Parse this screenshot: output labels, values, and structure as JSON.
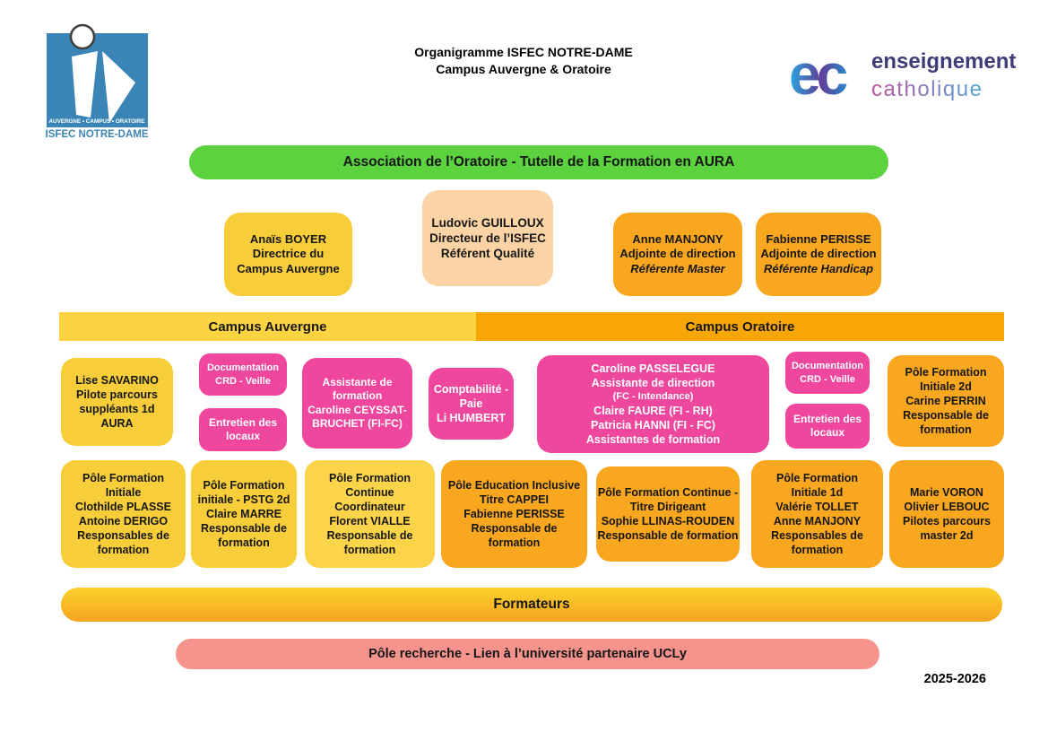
{
  "colors": {
    "yellow": "#F7CE3A",
    "yellow_light": "#FBD44A",
    "orange": "#F9A71E",
    "orange_banner": "#F8A606",
    "yellow_banner": "#FCD340",
    "pink": "#F0479E",
    "peach": "#FBD3A4",
    "green": "#5BD23E",
    "salmon": "#F5938C",
    "logo_blue": "#3A85B5",
    "ec_navy": "#3F3C77",
    "ec_pink": "#C14F9B",
    "ec_blue": "#29A9E1"
  },
  "header": {
    "logo": {
      "tagline": "AUVERGNE • CAMPUS • ORATOIRE",
      "name": "ISFEC NOTRE-DAME"
    },
    "title_line1": "Organigramme ISFEC NOTRE-DAME",
    "title_line2": "Campus Auvergne & Oratoire",
    "ec": {
      "monogram": "ec",
      "word1": "enseignement",
      "word2": "catholique"
    }
  },
  "banners": {
    "tutelle": "Association de l’Oratoire - Tutelle de la Formation en AURA",
    "campus_auvergne": "Campus Auvergne",
    "campus_oratoire": "Campus Oratoire",
    "formateurs": "Formateurs",
    "recherche": "Pôle recherche - Lien à l’université partenaire UCLy"
  },
  "direction": {
    "boyer": {
      "text": "Anaïs BOYER\nDirectrice du\nCampus Auvergne"
    },
    "guilloux": {
      "text": "Ludovic GUILLOUX\nDirecteur de l’ISFEC\nRéférent Qualité"
    },
    "manjony": {
      "text": "Anne MANJONY\nAdjointe de direction",
      "italic": "Référente Master"
    },
    "perisse": {
      "text": "Fabienne PERISSE\nAdjointe de direction",
      "italic": "Référente Handicap"
    }
  },
  "row1": {
    "savarino": "Lise SAVARINO\nPilote parcours\nsuppléants 1d\nAURA",
    "doc_crd_1": "Documentation\nCRD - Veille",
    "entretien_1": "Entretien des\nlocaux",
    "assistante": "Assistante de\nformation\nCaroline CEYSSAT-\nBRUCHET (FI-FC)",
    "compta": "Comptabilité -\nPaie\nLi HUMBERT",
    "passelegue": {
      "l1": "Caroline PASSELEGUE",
      "l2": "Assistante de direction",
      "l3": "(FC - Intendance)",
      "l4": "Claire FAURE (FI - RH)",
      "l5": "Patricia HANNI (FI - FC)",
      "l6": "Assistantes de formation"
    },
    "doc_crd_2": "Documentation\nCRD - Veille",
    "entretien_2": "Entretien des\nlocaux",
    "perrin": "Pôle Formation\nInitiale 2d\nCarine PERRIN\nResponsable de\nformation"
  },
  "row2": {
    "plasse_derigo": "Pôle Formation\nInitiale\nClothilde PLASSE\nAntoine DERIGO\nResponsables de\nformation",
    "marre": "Pôle Formation\ninitiale - PSTG 2d\nClaire MARRE\nResponsable de\nformation",
    "vialle": "Pôle Formation\nContinue\nCoordinateur\nFlorent VIALLE\nResponsable de\nformation",
    "cappei": "Pôle Education Inclusive\nTitre CAPPEI\nFabienne PERISSE\nResponsable de\nformation",
    "llinas": "Pôle Formation Continue -\nTitre Dirigeant\nSophie LLINAS-ROUDEN\nResponsable de formation",
    "tollet_manjony": "Pôle Formation\nInitiale 1d\nValérie TOLLET\nAnne MANJONY\nResponsables de\nformation",
    "voron_lebouc": "Marie VORON\nOlivier LEBOUC\nPilotes parcours\nmaster 2d"
  },
  "footer": {
    "year": "2025-2026"
  }
}
